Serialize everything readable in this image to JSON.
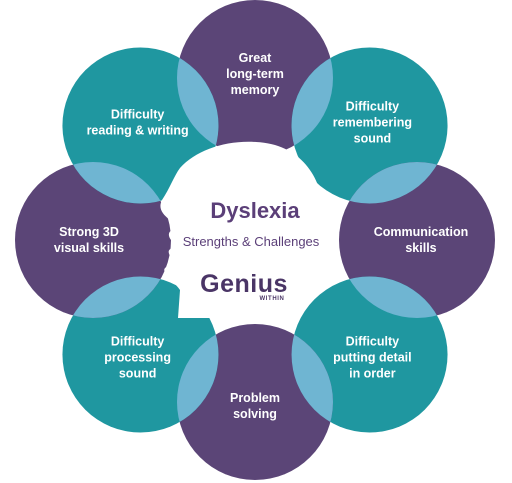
{
  "colors": {
    "purple": "#5b4577",
    "teal": "#1f97a0",
    "overlap": "#6fb5d2",
    "head": "#ffffff",
    "title": "#5b3f78"
  },
  "center": {
    "title": "Dyslexia",
    "subtitle": "Strengths & Challenges",
    "logo_main": "Genius",
    "logo_sub": "WITHIN"
  },
  "petals": [
    {
      "id": "top",
      "color": "purple",
      "lines": [
        "Great",
        "long-term",
        "memory"
      ]
    },
    {
      "id": "top-right",
      "color": "teal",
      "lines": [
        "Difficulty",
        "remembering",
        "sound"
      ]
    },
    {
      "id": "right",
      "color": "purple",
      "lines": [
        "Communication",
        "skills"
      ]
    },
    {
      "id": "bottom-right",
      "color": "teal",
      "lines": [
        "Difficulty",
        "putting detail",
        "in order"
      ]
    },
    {
      "id": "bottom",
      "color": "purple",
      "lines": [
        "Problem",
        "solving"
      ]
    },
    {
      "id": "bottom-left",
      "color": "teal",
      "lines": [
        "Difficulty",
        "processing",
        "sound"
      ]
    },
    {
      "id": "left",
      "color": "purple",
      "lines": [
        "Strong 3D",
        "visual skills"
      ]
    },
    {
      "id": "top-left",
      "color": "teal",
      "lines": [
        "Difficulty",
        "reading & writing"
      ]
    }
  ]
}
